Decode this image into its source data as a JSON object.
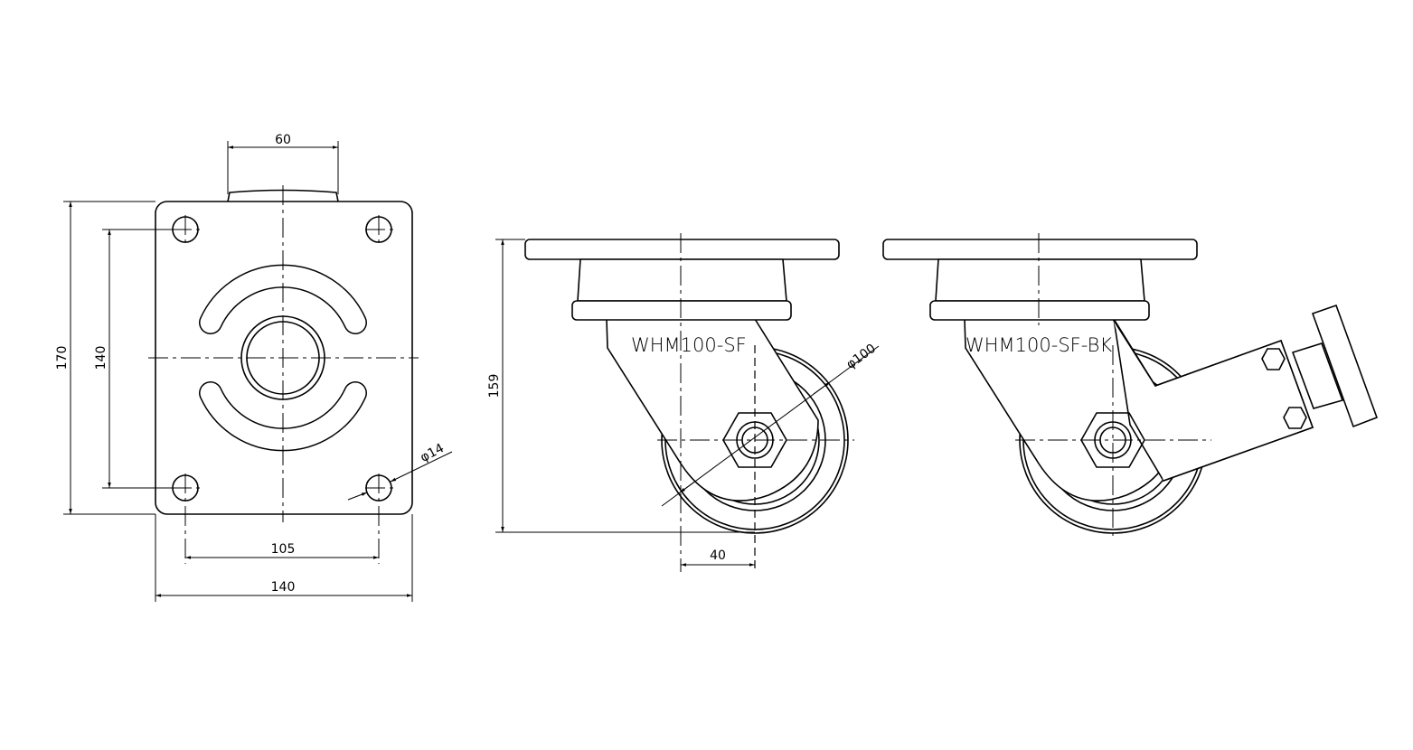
{
  "drawing": {
    "top_view": {
      "dim_tab_width": "60",
      "dim_height": "170",
      "dim_hole_pitch_v": "140",
      "dim_hole_pitch_h": "105",
      "dim_width": "140",
      "dim_hole_dia": "φ14"
    },
    "side_view": {
      "model": "WHM100-SF",
      "dim_wheel_dia": "φ100",
      "dim_height": "159",
      "dim_offset": "40"
    },
    "brake_view": {
      "model": "WHM100-SF-BK"
    }
  }
}
